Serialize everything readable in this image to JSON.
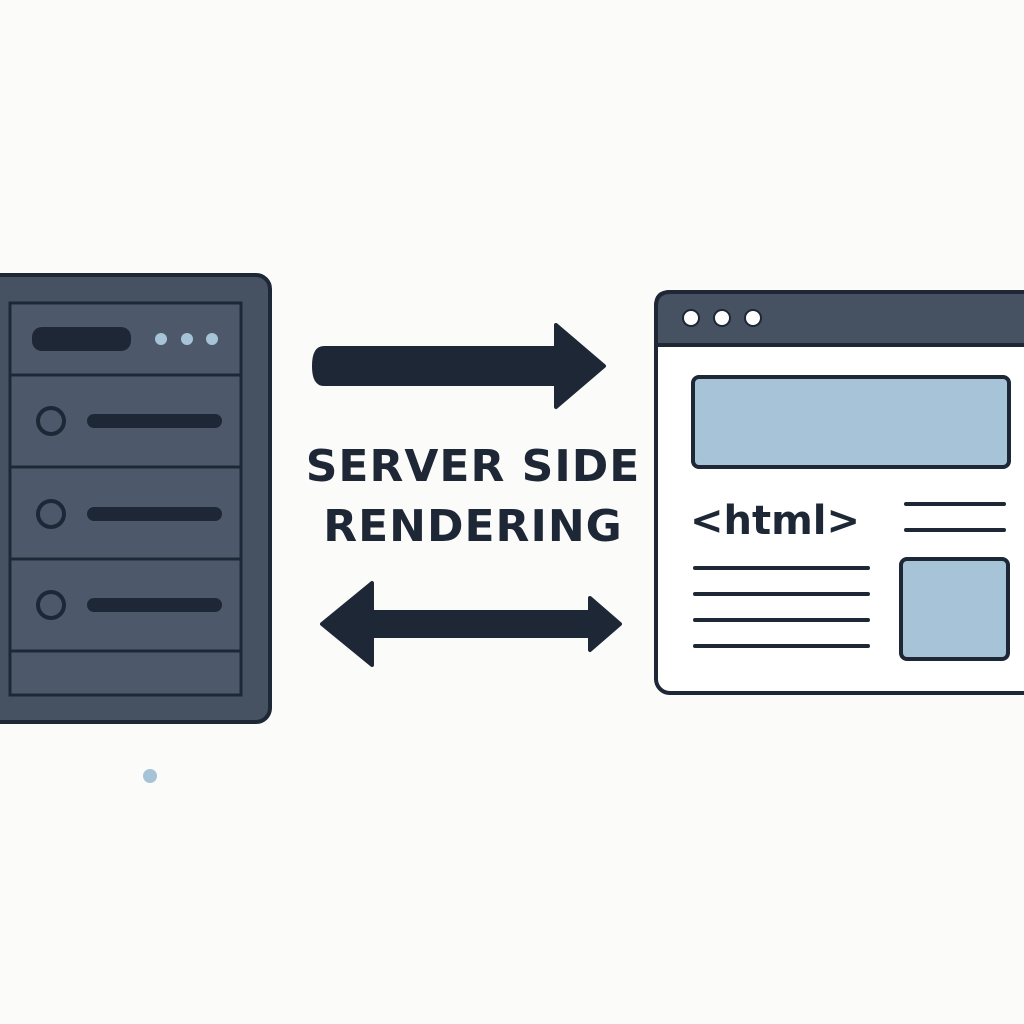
{
  "caption": {
    "line1": "SERVER SIDE",
    "line2": "RENDERING"
  },
  "browser": {
    "code_label": "<html>",
    "window_dots": 3
  },
  "server": {
    "header_dots": 3,
    "slots": 3
  },
  "colors": {
    "background": "#fbfbf9",
    "ink": "#1e2736",
    "server_body": "#465162",
    "server_panel": "#4d586a",
    "browser_titlebar": "#465162",
    "browser_body": "#ffffff",
    "accent_blue": "#a6c3d8",
    "dot_light": "#a6c3d8"
  },
  "icons": {
    "server": "server-icon",
    "browser": "browser-window-icon",
    "arrow_right": "arrow-right-icon",
    "arrow_bidirectional": "arrow-left-right-icon"
  }
}
